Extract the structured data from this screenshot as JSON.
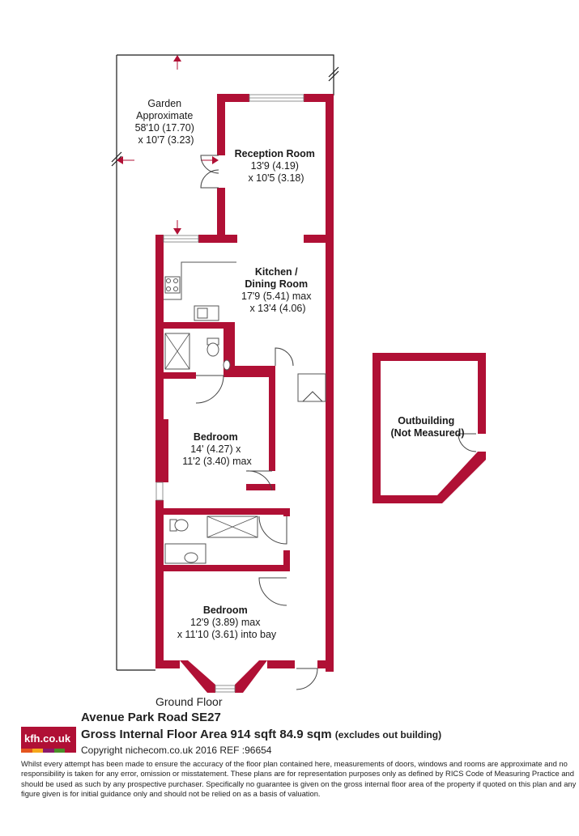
{
  "floor_label": "Ground Floor",
  "address": "Avenue Park Road  SE27",
  "gross_area": "Gross Internal Floor Area 914 sqft 84.9 sqm",
  "gross_area_note": "(excludes out building)",
  "copyright": "Copyright nichecom.co.uk 2016 REF :96654",
  "logo_text": "kfh.co.uk",
  "logo_colors": [
    "#e4551f",
    "#f5a81c",
    "#8a1a6b",
    "#4a8f2a",
    "#b01035"
  ],
  "disclaimer": "Whilst every attempt has been made to ensure the accuracy of the floor plan contained here, measurements of doors, windows and rooms are approximate and no responsibility is taken for any error, omission or misstatement.  These plans are for representation purposes only as defined by RICS Code of Measuring Practice and should be used as such by any prospective purchaser.  Specifically no guarantee is given on the gross internal floor area of the property if quoted on this plan and any figure given is for initial guidance only and should not be relied on as a basis of valuation.",
  "rooms": {
    "garden": [
      "Garden",
      "Approximate",
      "58'10 (17.70)",
      "x 10'7 (3.23)"
    ],
    "reception": [
      "Reception Room",
      "13'9 (4.19)",
      "x 10'5 (3.18)"
    ],
    "kitchen": [
      "Kitchen /",
      "Dining Room",
      "17'9 (5.41) max",
      "x 13'4 (4.06)"
    ],
    "bedroom1": [
      "Bedroom",
      "14' (4.27) x",
      "11'2 (3.40) max"
    ],
    "bedroom2": [
      "Bedroom",
      "12'9 (3.89) max",
      "x 11'10 (3.61) into bay"
    ],
    "outbuilding": [
      "Outbuilding",
      "(Not Measured)"
    ]
  },
  "colors": {
    "wall": "#b01035"
  }
}
